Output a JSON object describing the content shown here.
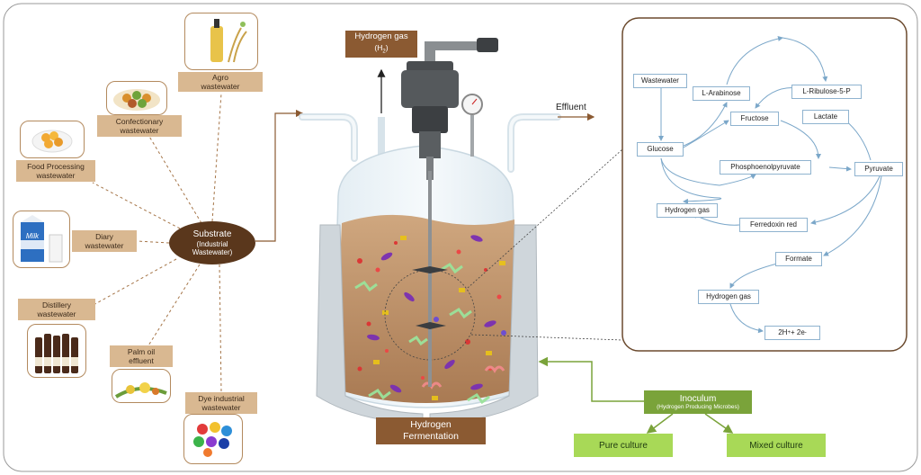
{
  "substrate": {
    "title": "Substrate",
    "subtitle": "(Industrial Wastewater)"
  },
  "sources": [
    {
      "id": "agro",
      "label": "Agro wastewater"
    },
    {
      "id": "confectionary",
      "label": "Confectionary wastewater"
    },
    {
      "id": "food",
      "label": "Food Processing wastewater"
    },
    {
      "id": "diary",
      "label": "Diary wastewater"
    },
    {
      "id": "distillery",
      "label": "Distillery wastewater"
    },
    {
      "id": "palm",
      "label": "Palm oil effluent"
    },
    {
      "id": "dye",
      "label": "Dye industrial wastewater"
    }
  ],
  "milk_carton_text": "Milk",
  "reactor": {
    "hydrogen_gas_line1": "Hydrogen gas",
    "hydrogen_gas_line2": "(H",
    "hydrogen_gas_sub": "2",
    "hydrogen_gas_close": ")",
    "effluent": "Effluent",
    "fermentation_line1": "Hydrogen",
    "fermentation_line2": "Fermentation"
  },
  "pathway": {
    "wastewater": "Wastewater",
    "l_arabinose": "L-Arabinose",
    "l_ribulose": "L-Ribulose-5-P",
    "fructose": "Fructose",
    "lactate": "Lactate",
    "glucose": "Glucose",
    "pep": "Phosphoenolpyruvate",
    "pyruvate": "Pyruvate",
    "hydrogen_gas_1": "Hydrogen gas",
    "ferredoxin": "Ferredoxin red",
    "formate": "Formate",
    "hydrogen_gas_2": "Hydrogen gas",
    "protons": "2H",
    "protons_sup": "+",
    "protons_mid": " + 2e",
    "protons_sup2": "-"
  },
  "inoculum": {
    "title": "Inoculum",
    "subtitle": "(Hydrogen Producing Microbes)",
    "pure": "Pure culture",
    "mixed": "Mixed culture"
  },
  "colors": {
    "brown_dark": "#5a371c",
    "brown_box": "#8b5a32",
    "tan_label": "#d9b891",
    "green_dark": "#7aa33a",
    "green_light": "#a8d957",
    "pathway_blue": "#7ba7c9"
  }
}
